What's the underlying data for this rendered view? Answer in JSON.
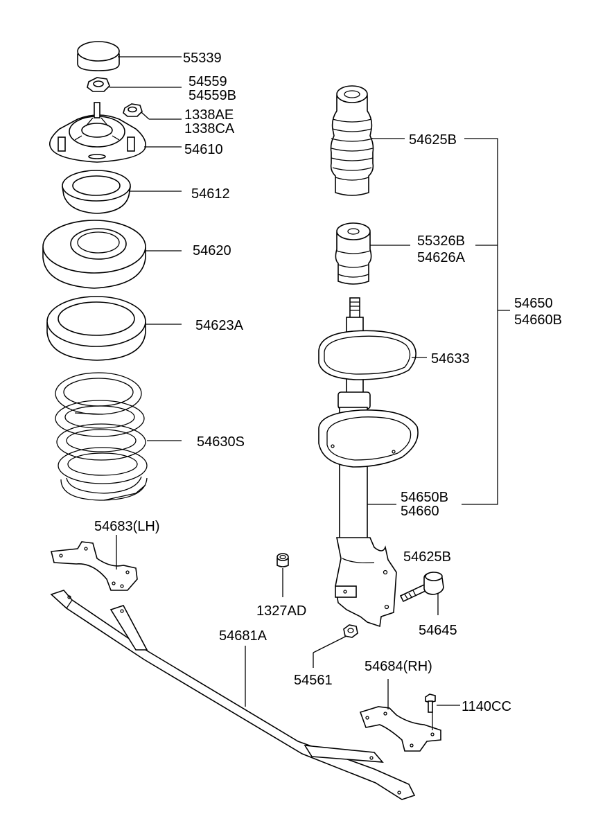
{
  "diagram": {
    "background": "#ffffff",
    "ink": "#000000",
    "labels": {
      "p55339": "55339",
      "p54559": "54559",
      "p54559B": "54559B",
      "p1338AE": "1338AE",
      "p1338CA": "1338CA",
      "p54610": "54610",
      "p54612": "54612",
      "p54620": "54620",
      "p54623A": "54623A",
      "p54630S": "54630S",
      "p54683": "54683(LH)",
      "p54681A": "54681A",
      "p1327AD": "1327AD",
      "p54561": "54561",
      "p54684": "54684(RH)",
      "p1140CC": "1140CC",
      "p54625B_top": "54625B",
      "p55326B": "55326B",
      "p54626A": "54626A",
      "p54650": "54650",
      "p54660B": "54660B",
      "p54633": "54633",
      "p54650B": "54650B",
      "p54660": "54660",
      "p54625B_bottom": "54625B",
      "p54645": "54645"
    }
  }
}
